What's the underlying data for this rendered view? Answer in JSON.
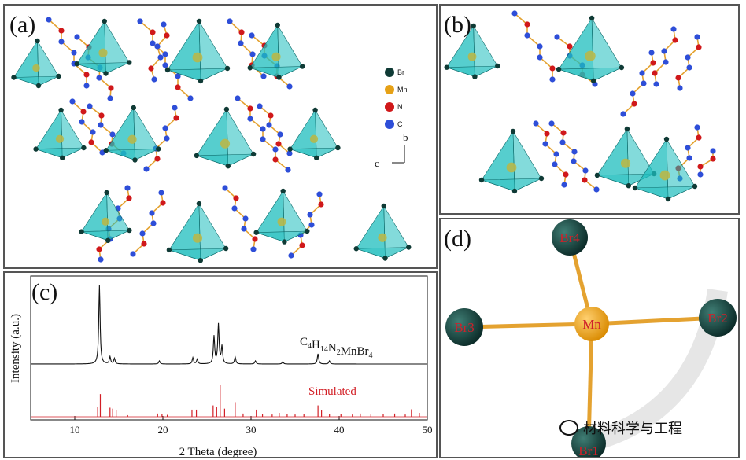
{
  "panels": {
    "a": {
      "label": "(a)"
    },
    "b": {
      "label": "(b)"
    },
    "c": {
      "label": "(c)"
    },
    "d": {
      "label": "(d)"
    }
  },
  "legend": [
    {
      "element": "Br",
      "color": "#0f3a35"
    },
    {
      "element": "Mn",
      "color": "#e6a116"
    },
    {
      "element": "N",
      "color": "#d0181a"
    },
    {
      "element": "C",
      "color": "#2e4ed8"
    }
  ],
  "axes_indicator": {
    "vertical": "b",
    "horizontal": "c"
  },
  "colors": {
    "tetrahedron": "#1dbdbd",
    "br_atom": "#0f3a35",
    "mn_atom": "#e6a116",
    "bond": "#e4a230",
    "measured_pattern": "#111111",
    "simulated_pattern": "#d21f26"
  },
  "chart_data": {
    "type": "line",
    "xlabel": "2 Theta (degree)",
    "ylabel": "Intensity (a.u.)",
    "xlim": [
      5,
      50
    ],
    "xticks": [
      10,
      20,
      30,
      40,
      50
    ],
    "series": [
      {
        "name": "C4H14N2MnBr4",
        "label_parts": [
          {
            "t": "C"
          },
          {
            "t": "4",
            "sub": true
          },
          {
            "t": "H"
          },
          {
            "t": "14",
            "sub": true
          },
          {
            "t": "N"
          },
          {
            "t": "2",
            "sub": true
          },
          {
            "t": "MnBr"
          },
          {
            "t": "4",
            "sub": true
          }
        ],
        "peaks": [
          {
            "x": 12.8,
            "y": 1.0
          },
          {
            "x": 14.0,
            "y": 0.09
          },
          {
            "x": 14.5,
            "y": 0.07
          },
          {
            "x": 19.6,
            "y": 0.04
          },
          {
            "x": 23.4,
            "y": 0.08
          },
          {
            "x": 23.9,
            "y": 0.06
          },
          {
            "x": 25.8,
            "y": 0.35
          },
          {
            "x": 26.3,
            "y": 0.5
          },
          {
            "x": 26.7,
            "y": 0.22
          },
          {
            "x": 28.2,
            "y": 0.09
          },
          {
            "x": 30.5,
            "y": 0.04
          },
          {
            "x": 33.6,
            "y": 0.03
          },
          {
            "x": 37.6,
            "y": 0.13
          },
          {
            "x": 38.9,
            "y": 0.04
          }
        ]
      },
      {
        "name": "Simulated",
        "sticks": [
          {
            "x": 12.6,
            "y": 0.3
          },
          {
            "x": 12.9,
            "y": 0.7
          },
          {
            "x": 14.0,
            "y": 0.28
          },
          {
            "x": 14.3,
            "y": 0.25
          },
          {
            "x": 14.7,
            "y": 0.2
          },
          {
            "x": 16.0,
            "y": 0.05
          },
          {
            "x": 19.4,
            "y": 0.1
          },
          {
            "x": 19.9,
            "y": 0.08
          },
          {
            "x": 20.5,
            "y": 0.06
          },
          {
            "x": 23.3,
            "y": 0.22
          },
          {
            "x": 23.8,
            "y": 0.22
          },
          {
            "x": 25.7,
            "y": 0.35
          },
          {
            "x": 26.1,
            "y": 0.3
          },
          {
            "x": 26.5,
            "y": 0.97
          },
          {
            "x": 27.0,
            "y": 0.25
          },
          {
            "x": 28.2,
            "y": 0.45
          },
          {
            "x": 29.1,
            "y": 0.1
          },
          {
            "x": 30.6,
            "y": 0.22
          },
          {
            "x": 31.3,
            "y": 0.08
          },
          {
            "x": 32.4,
            "y": 0.07
          },
          {
            "x": 33.2,
            "y": 0.12
          },
          {
            "x": 34.1,
            "y": 0.08
          },
          {
            "x": 35.0,
            "y": 0.07
          },
          {
            "x": 36.0,
            "y": 0.09
          },
          {
            "x": 37.6,
            "y": 0.35
          },
          {
            "x": 38.0,
            "y": 0.2
          },
          {
            "x": 38.9,
            "y": 0.09
          },
          {
            "x": 40.2,
            "y": 0.08
          },
          {
            "x": 41.5,
            "y": 0.07
          },
          {
            "x": 42.4,
            "y": 0.1
          },
          {
            "x": 43.6,
            "y": 0.07
          },
          {
            "x": 45.0,
            "y": 0.08
          },
          {
            "x": 46.3,
            "y": 0.1
          },
          {
            "x": 47.5,
            "y": 0.07
          },
          {
            "x": 48.2,
            "y": 0.23
          },
          {
            "x": 49.1,
            "y": 0.12
          }
        ]
      }
    ]
  },
  "structure_d": {
    "atoms": [
      {
        "label": "Br4",
        "role": "br"
      },
      {
        "label": "Br3",
        "role": "br"
      },
      {
        "label": "Mn",
        "role": "mn"
      },
      {
        "label": "Br2",
        "role": "br"
      },
      {
        "label": "Br1",
        "role": "br"
      }
    ]
  },
  "watermark": {
    "text": "材料科学与工程"
  }
}
